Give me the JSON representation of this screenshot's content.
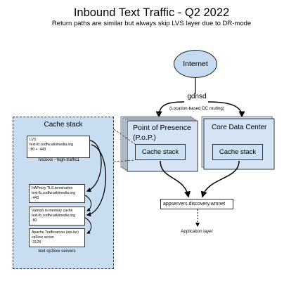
{
  "title": "Inbound Text Traffic - Q2 2022",
  "subtitle": "Return paths are similar but always skip LVS layer due to DR-mode",
  "nodes": {
    "internet": "Internet",
    "gdnsd": "gdnsd",
    "routing": "(Location-based DC routing)",
    "pop_title_line1": "Point of Presence",
    "pop_title_line2": "(P.o.P.)",
    "pop_cache": "Cache stack",
    "core_title": "Core Data Center",
    "core_cache": "Cache stack",
    "appservers": "appservers.discovery.wmnet",
    "app_layer": "Application layer"
  },
  "cache_stack": {
    "title": "Cache stack",
    "lvs": {
      "lines": [
        "LVS",
        "text-lb.codfw.wikimedia.org",
        ":80 + :443"
      ],
      "caption": "lvs3xxx - high-traffic1"
    },
    "haproxy": {
      "lines": [
        "HAProxy TLS termination",
        "text-lb.codfw.wikimedia.org",
        ":443"
      ]
    },
    "varnish": {
      "lines": [
        "Varnish in-memory cache",
        "text-lb.codfw.wikimedia.org",
        ":80"
      ]
    },
    "ats": {
      "lines": [
        "Apache Trafficserver (ats-be)",
        "cp3xxx server",
        ":3128"
      ]
    },
    "servers_caption": "text cp3xxx servers"
  }
}
